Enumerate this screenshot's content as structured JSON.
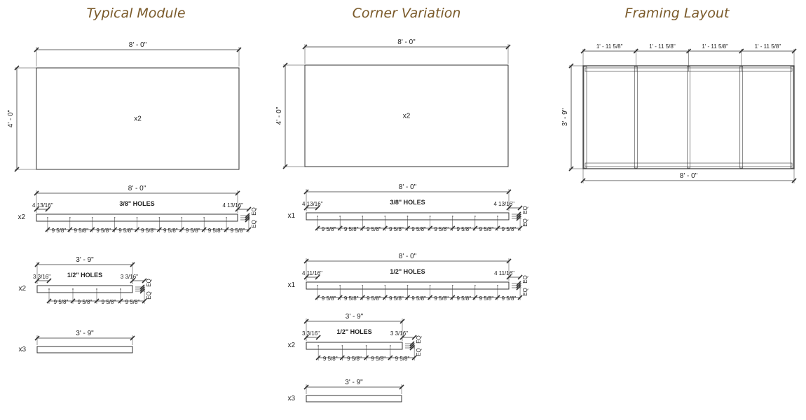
{
  "titles": {
    "typical": "Typical Module",
    "corner": "Corner Variation",
    "framing": "Framing Layout"
  },
  "typical": {
    "panel": {
      "width": "8' - 0\"",
      "height": "4' - 0\"",
      "qty": "x2"
    },
    "rail38": {
      "length": "8' - 0\"",
      "label": "3/8\" HOLES",
      "end_left": "4 13/16\"",
      "end_right": "4 13/16\"",
      "qty": "x2",
      "spacing": "9 5/8\"",
      "eq": "EQ"
    },
    "rail12": {
      "length": "3' - 9\"",
      "label": "1/2\" HOLES",
      "end_left": "3 3/16\"",
      "end_right": "3 3/16\"",
      "qty": "x2",
      "spacing": "9 5/8\"",
      "eq": "EQ"
    },
    "plain": {
      "length": "3' - 9\"",
      "qty": "x3"
    }
  },
  "corner": {
    "panel": {
      "width": "8' - 0\"",
      "height": "4' - 0\"",
      "qty": "x2"
    },
    "rail38": {
      "length": "8' - 0\"",
      "label": "3/8\" HOLES",
      "end_left": "4 13/16\"",
      "end_right": "4 13/16\"",
      "qty": "x1",
      "spacing": "9 5/8\"",
      "eq": "EQ"
    },
    "rail12long": {
      "length": "8' - 0\"",
      "label": "1/2\" HOLES",
      "end_left": "4 11/16\"",
      "end_right": "4 11/16\"",
      "qty": "x1",
      "spacing": "9 5/8\"",
      "eq": "EQ"
    },
    "rail12": {
      "length": "3' - 9\"",
      "label": "1/2\" HOLES",
      "end_left": "3 3/16\"",
      "end_right": "3 3/16\"",
      "qty": "x2",
      "spacing": "9 5/8\"",
      "eq": "EQ"
    },
    "plain": {
      "length": "3' - 9\"",
      "qty": "x3"
    }
  },
  "framing": {
    "bay": "1' - 11 5/8\"",
    "height": "3' - 9\"",
    "width": "8' - 0\""
  }
}
